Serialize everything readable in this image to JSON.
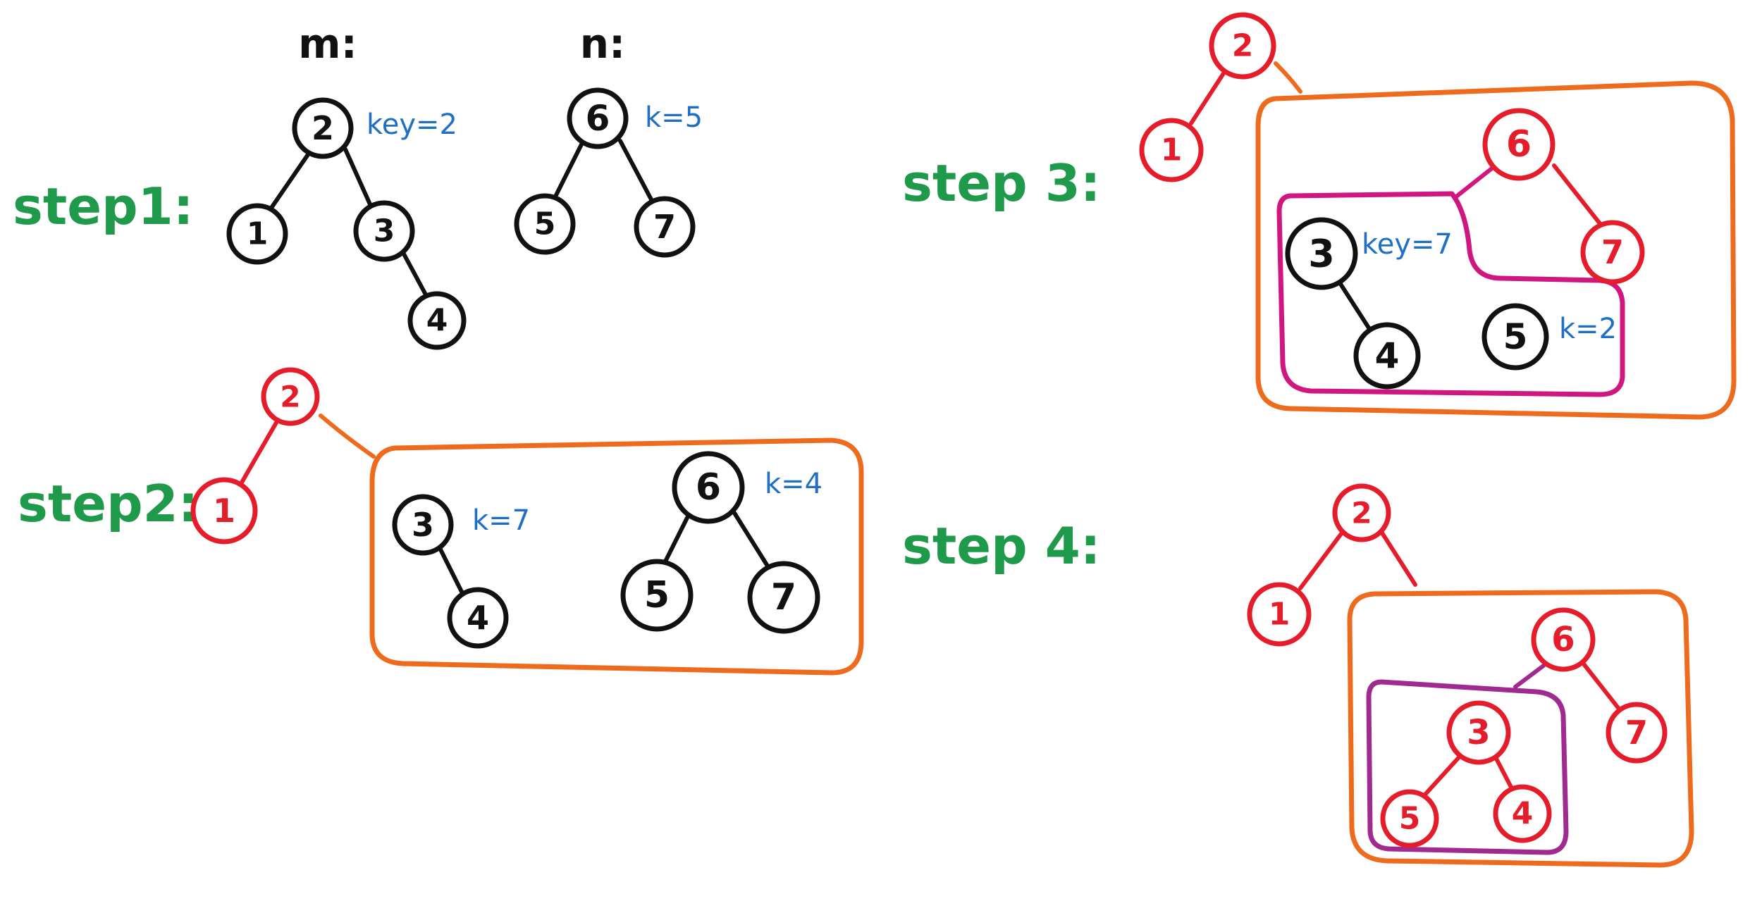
{
  "colors": {
    "black": "#111111",
    "red": "#e51c2a",
    "green": "#1f9a4a",
    "blue": "#1f6fc4",
    "orange": "#ee6a1c",
    "magenta": "#d0167f",
    "purple": "#a02a8f"
  },
  "step1": {
    "label": "step1:",
    "tree_m": {
      "name": "m:",
      "annotation": "key=2",
      "nodes": [
        "2",
        "1",
        "3",
        "4"
      ]
    },
    "tree_n": {
      "name": "n:",
      "annotation": "k=5",
      "nodes": [
        "6",
        "5",
        "7"
      ]
    }
  },
  "step2": {
    "label": "step2:",
    "nodes": [
      "2",
      "1",
      "3",
      "4",
      "6",
      "5",
      "7"
    ],
    "annotation_left": "k=7",
    "annotation_right": "k=4"
  },
  "step3": {
    "label": "step 3:",
    "nodes": [
      "2",
      "1",
      "6",
      "7",
      "3",
      "4",
      "5"
    ],
    "annotation_key": "key=7",
    "annotation_k": "k=2"
  },
  "step4": {
    "label": "step 4:",
    "nodes": [
      "2",
      "1",
      "6",
      "7",
      "3",
      "5",
      "4"
    ]
  }
}
